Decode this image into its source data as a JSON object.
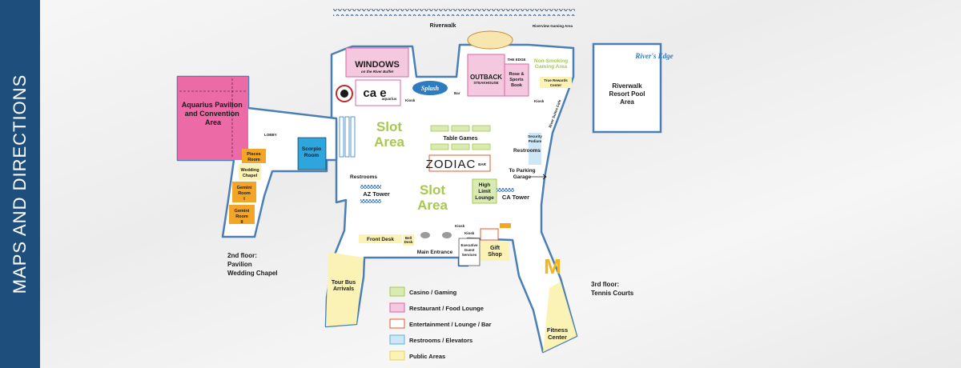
{
  "sidebar": {
    "title": "MAPS AND DIRECTIONS"
  },
  "colors": {
    "accent": "#1e4e7c",
    "outline": "#4a7fb5",
    "casino": "#d9ebb2",
    "restaurant": "#f4c9e0",
    "entertainment": "#e8572e",
    "restrooms": "#cde7f7",
    "public": "#fbf3b6",
    "pavilion": "#ec6aa6",
    "scorpio": "#2ea6dd",
    "rooms": "#f3a527"
  },
  "labels": {
    "riverwalk": "Riverwalk",
    "aquarius": [
      "Aquarius Pavilion",
      "and Convention",
      "Area"
    ],
    "pisces": [
      "Pisces",
      "Room"
    ],
    "wedding": [
      "Wedding",
      "Chapel"
    ],
    "gemini1": [
      "Gemini",
      "Room",
      "I"
    ],
    "gemini2": [
      "Gemini",
      "Room",
      "II"
    ],
    "scorpio": [
      "Scorpio",
      "Room"
    ],
    "windows": "WINDOWS",
    "windows_sub": "on the River Buffet",
    "cafe": "ca e",
    "cafe_sub": "aquarius",
    "splash": "Splash",
    "outback": "OUTBACK",
    "outback_sub": "STEAKHOUSE",
    "kiosk": "Kiosk",
    "bar": "Bar",
    "gaming_area": "Riverview Gaming Area",
    "rose": [
      "Rose &",
      "Sports",
      "Book"
    ],
    "edge": "THE EDGE",
    "nonsmoking": [
      "Non-Smoking",
      "Gaming Area"
    ],
    "truerewards": [
      "True Rewards",
      "Center"
    ],
    "riverside": "River Suites Cafe",
    "security": [
      "Security",
      "Podium"
    ],
    "slot1": [
      "Slot",
      "Area"
    ],
    "slot2": [
      "Slot",
      "Area"
    ],
    "table_games": "Table Games",
    "restrooms1": "Restrooms",
    "restrooms2": "Restrooms",
    "zodiac": "ZODIAC",
    "zodiac_sub": "BAR",
    "parking": [
      "To Parking",
      "Garage"
    ],
    "highlimit": [
      "High",
      "Limit",
      "Lounge"
    ],
    "az_tower": "AZ Tower",
    "ca_tower": "CA Tower",
    "front_desk": "Front Desk",
    "bell_desk": [
      "Bell",
      "Desk"
    ],
    "main_entrance": "Main Entrance",
    "exec_guest": [
      "Executive",
      "Guest",
      "Services"
    ],
    "gift_shop": [
      "Gift",
      "Shop"
    ],
    "tour_bus": [
      "Tour Bus",
      "Arrivals"
    ],
    "fitness": [
      "Fitness",
      "Center"
    ],
    "pool": [
      "Riverwalk",
      "Resort Pool",
      "Area"
    ],
    "rivers_edge": "River's Edge",
    "lobby": "LOBBY"
  },
  "floors": {
    "second": [
      "2nd floor:",
      "Pavilion",
      "Wedding Chapel"
    ],
    "third": [
      "3rd floor:",
      "Tennis Courts"
    ]
  },
  "legend": [
    {
      "label": "Casino / Gaming",
      "color": "#d9ebb2",
      "border": "#a7c84f"
    },
    {
      "label": "Restaurant / Food Lounge",
      "color": "#f4c9e0",
      "border": "#e2629f"
    },
    {
      "label": "Entertainment / Lounge / Bar",
      "color": "#ffffff",
      "border": "#e8572e"
    },
    {
      "label": "Restrooms / Elevators",
      "color": "#cde7f7",
      "border": "#58b0e0"
    },
    {
      "label": "Public Areas",
      "color": "#fbf3b6",
      "border": "#e5d45c"
    }
  ]
}
